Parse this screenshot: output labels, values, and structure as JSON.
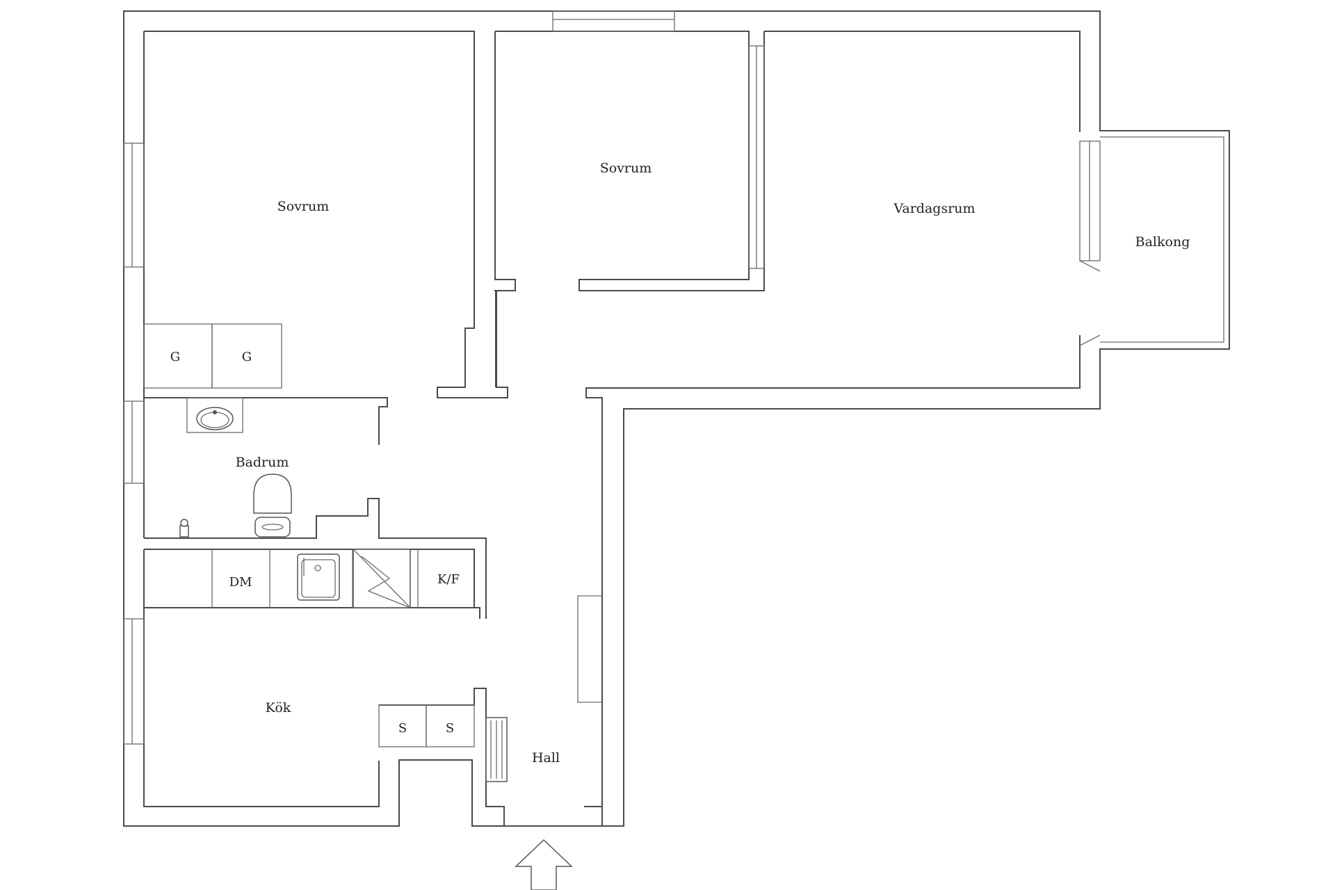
{
  "rooms": {
    "sovrum_1": "Sovrum",
    "sovrum_2": "Sovrum",
    "vardagsrum": "Vardagsrum",
    "balkong": "Balkong",
    "badrum": "Badrum",
    "kok": "Kök",
    "hall": "Hall"
  },
  "fixtures": {
    "wardrobe_1": "G",
    "wardrobe_2": "G",
    "dishwasher": "DM",
    "fridge_freezer": "K/F",
    "storage_1": "S",
    "storage_2": "S"
  },
  "colors": {
    "wall": "#4a4a4a",
    "background": "#ffffff"
  },
  "icons": {
    "entrance": "arrow-up-icon",
    "sink": "washbasin-icon",
    "toilet": "toilet-icon",
    "stove": "stove-icon",
    "radiator": "radiator-icon"
  }
}
